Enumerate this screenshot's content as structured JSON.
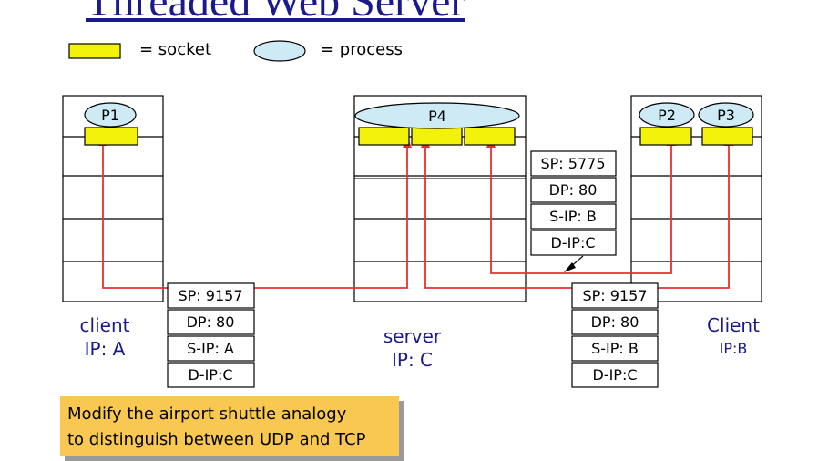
{
  "title": "Threaded Web Server",
  "legend": {
    "socket_label": "= socket",
    "process_label": "= process"
  },
  "processes": {
    "p1": "P1",
    "p2": "P2",
    "p3": "P3",
    "p4": "P4"
  },
  "hosts": {
    "client_a": {
      "line1": "client",
      "line2": "IP: A"
    },
    "server": {
      "line1": "server",
      "line2": "IP: C"
    },
    "client_b": {
      "line1": "Client",
      "line2": "IP:B"
    }
  },
  "segments": {
    "a": {
      "sp": "SP: 9157",
      "dp": "DP: 80",
      "sip": "S-IP: A",
      "dip": "D-IP:C"
    },
    "b1": {
      "sp": "SP: 9157",
      "dp": "DP: 80",
      "sip": "S-IP: B",
      "dip": "D-IP:C"
    },
    "b2": {
      "sp": "SP: 5775",
      "dp": "DP: 80",
      "sip": "S-IP: B",
      "dip": "D-IP:C"
    }
  },
  "note": {
    "line1": "Modify the airport shuttle analogy",
    "line2": "to distinguish between UDP and TCP"
  },
  "colors": {
    "socket": "#f2f20a",
    "process": "#cdeaf5",
    "link": "#e83030",
    "title": "#1a1a8c",
    "note_bg": "#f8c850"
  }
}
